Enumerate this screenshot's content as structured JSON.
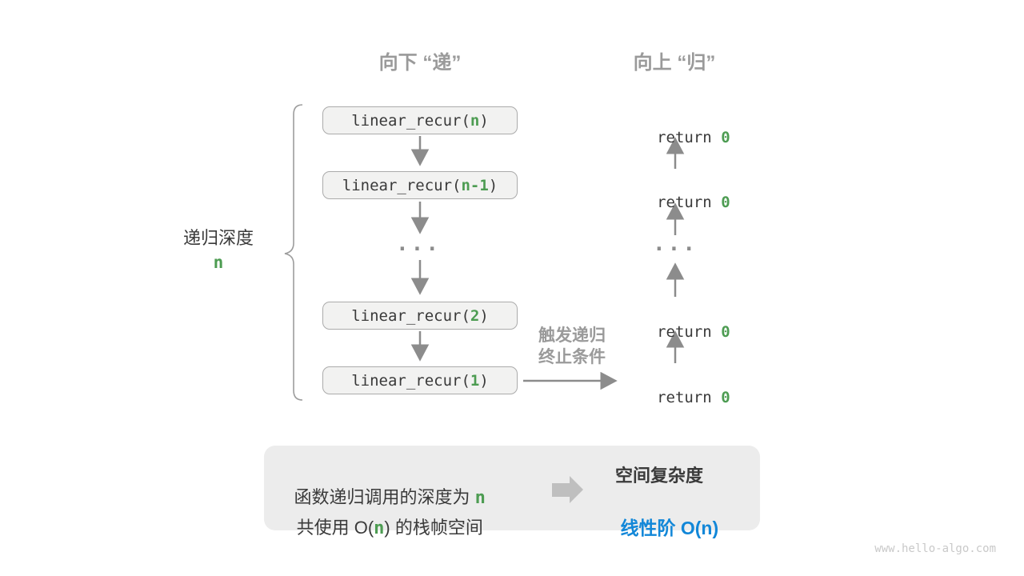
{
  "palette": {
    "green": "#4d9c52",
    "blue": "#1287d8",
    "label_gray": "#9a9a9a",
    "dark_text": "#3a3a3a",
    "arrow_gray": "#8c8c8c",
    "box_bg": "#f2f2f1",
    "box_border": "#ababab",
    "summary_bg": "#ececec",
    "summary_arrow": "#bfbfbf",
    "watermark_gray": "#c9c9c9",
    "brace_gray": "#9c9c9c"
  },
  "headers": {
    "down": "向下 “递”",
    "up": "向上 “归”"
  },
  "depth": {
    "label": "递归深度",
    "value": "n"
  },
  "ellipsis": "...",
  "call_stack": [
    {
      "prefix": "linear_recur(",
      "arg": "n",
      "suffix": ")"
    },
    {
      "prefix": "linear_recur(",
      "arg": "n-1",
      "suffix": ")"
    },
    {
      "prefix": "linear_recur(",
      "arg": "2",
      "suffix": ")"
    },
    {
      "prefix": "linear_recur(",
      "arg": "1",
      "suffix": ")"
    }
  ],
  "returns": [
    {
      "prefix": "return ",
      "value": "0"
    },
    {
      "prefix": "return ",
      "value": "0"
    },
    {
      "prefix": "return ",
      "value": "0"
    },
    {
      "prefix": "return ",
      "value": "0"
    }
  ],
  "base_case": {
    "line1": "触发递归",
    "line2": "终止条件"
  },
  "summary": {
    "left_line1_text": "函数递归调用的深度为 ",
    "left_line1_value": "n",
    "left_line2_pre": "共使用 O(",
    "left_line2_value": "n",
    "left_line2_post": ") 的栈帧空间",
    "right_title": "空间复杂度",
    "right_result_label": "线性阶 ",
    "right_result_value": "O(n)"
  },
  "watermark": "www.hello-algo.com"
}
